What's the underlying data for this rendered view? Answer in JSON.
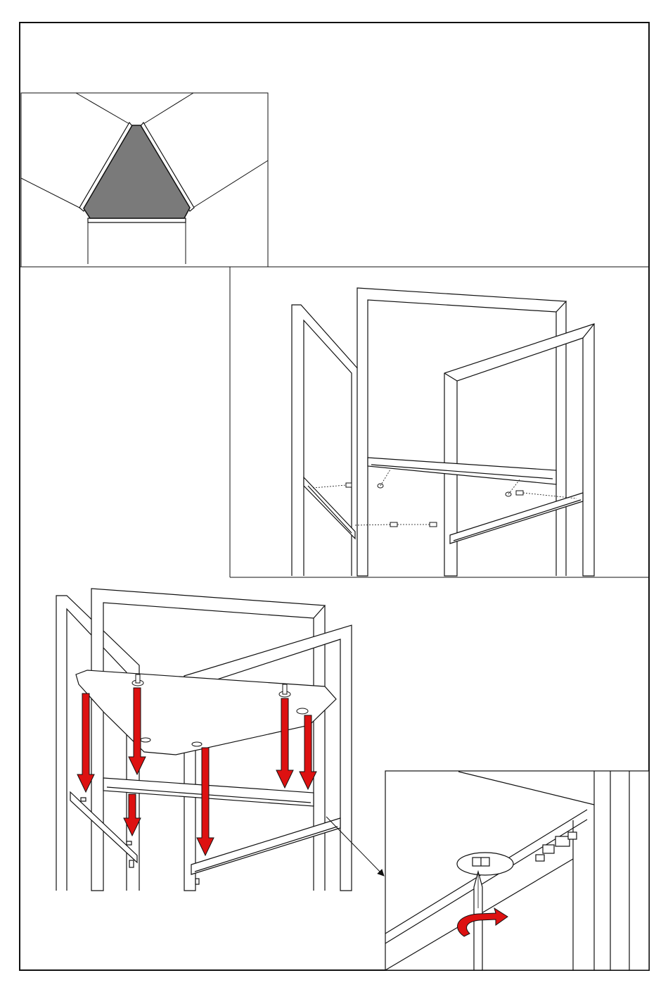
{
  "page": {
    "type": "assembly-instruction-sheet",
    "text": ""
  },
  "panels": [
    {
      "id": "top-view-corner-detail",
      "description_visible_text": ""
    },
    {
      "id": "side-frames-connectors-step",
      "description_visible_text": ""
    },
    {
      "id": "shelf-drop-step",
      "description_visible_text": ""
    },
    {
      "id": "screw-tighten-detail",
      "description_visible_text": ""
    }
  ],
  "colors": {
    "line": "#111111",
    "shelf_fill_dark": "#7a7a7a",
    "arrow_red": "#dd1111",
    "background": "#ffffff"
  },
  "icons": [
    "down-arrow-icon",
    "rotate-arrow-icon",
    "screwdriver-icon",
    "callout-arrow-icon"
  ]
}
